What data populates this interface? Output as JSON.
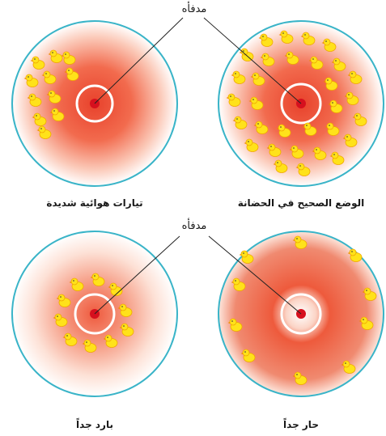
{
  "heater_label": "مدفأه",
  "colors": {
    "ring": "#3ab4c8",
    "heat": "#e8422c",
    "heater_dot": "#d6101e",
    "chick_body": "#ffe21a",
    "chick_outline": "#f0a800",
    "leader_line": "#222222"
  },
  "panels": [
    {
      "id": "strong-drafts",
      "label": "تيارات هوائية شديدة",
      "chick_pattern": "clustered-left",
      "heat_level": "medium"
    },
    {
      "id": "correct-position",
      "label": "الوضع الصحيح في الحضانة",
      "chick_pattern": "evenly-spread",
      "heat_level": "medium"
    },
    {
      "id": "too-cold",
      "label": "بارد جداً",
      "chick_pattern": "huddled-under-heater",
      "heat_level": "low"
    },
    {
      "id": "too-hot",
      "label": "حار جداً",
      "chick_pattern": "pushed-to-edge",
      "heat_level": "high"
    }
  ]
}
